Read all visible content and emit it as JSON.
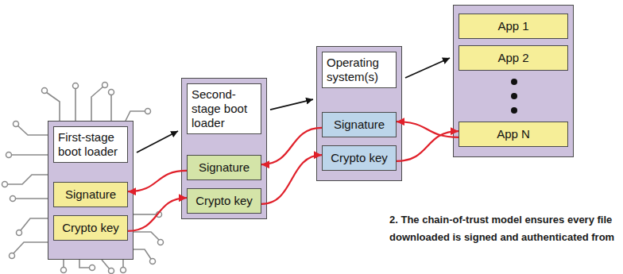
{
  "diagram": {
    "caption": "2. The chain-of-trust model ensures every file downloaded is signed and authenticated from",
    "nodes": [
      {
        "text": [
          "First-stage boot loader"
        ]
      },
      {
        "text": [
          "Signature"
        ],
        "in": 0
      },
      {
        "text": [
          "Crypto key"
        ],
        "in": 0
      },
      {
        "text": [
          "Second-stage boot loader"
        ]
      },
      {
        "text": [
          "Signature"
        ],
        "in": 3
      },
      {
        "text": [
          "Crypto key"
        ],
        "in": 3
      },
      {
        "text": [
          "Operating system(s)"
        ]
      },
      {
        "text": [
          "Signature"
        ],
        "in": 6
      },
      {
        "text": [
          "Crypto key"
        ],
        "in": 6
      },
      {
        "text": []
      },
      {
        "text": [
          "App 1"
        ],
        "in": 9
      },
      {
        "text": [
          "App 2"
        ],
        "in": 9
      },
      {
        "text": [
          "App N"
        ],
        "in": 9
      }
    ],
    "edges": [
      {
        "from": 0,
        "to": 3,
        "arrow": "to"
      },
      {
        "from": 3,
        "to": 6,
        "arrow": "to"
      },
      {
        "from": 6,
        "to": 9,
        "arrow": "to"
      },
      {
        "from": 4,
        "to": 1,
        "arrow": "to"
      },
      {
        "from": 2,
        "to": 5,
        "arrow": "to"
      },
      {
        "from": 7,
        "to": 4,
        "arrow": "to"
      },
      {
        "from": 5,
        "to": 8,
        "arrow": "to"
      },
      {
        "from": 12,
        "to": 7,
        "arrow": "to"
      },
      {
        "from": 8,
        "to": 12,
        "arrow": "to"
      }
    ]
  }
}
